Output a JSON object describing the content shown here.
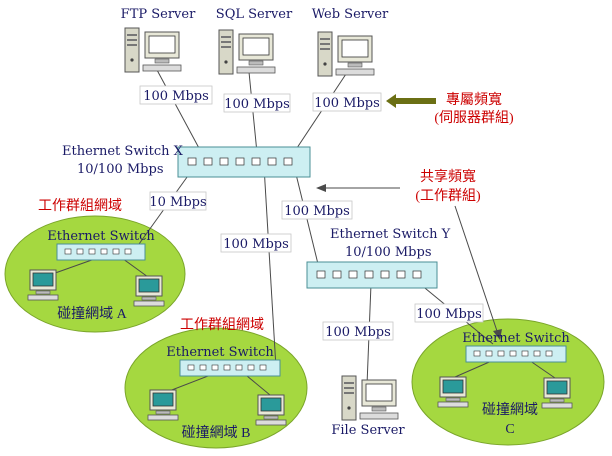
{
  "servers": {
    "ftp": "FTP Server",
    "sql": "SQL Server",
    "web": "Web Server",
    "file": "File Server"
  },
  "links": {
    "ftp_speed": "100 Mbps",
    "sql_speed": "100 Mbps",
    "web_speed": "100 Mbps",
    "wga_speed": "10 Mbps",
    "wgb_speed": "100 Mbps",
    "switch_y_speed": "100 Mbps",
    "file_speed": "100 Mbps",
    "wgc_speed": "100 Mbps"
  },
  "switches": {
    "x_name": "Ethernet Switch X",
    "x_speed": "10/100 Mbps",
    "y_name": "Ethernet Switch Y",
    "y_speed": "10/100 Mbps",
    "a_name": "Ethernet Switch",
    "b_name": "Ethernet Switch",
    "c_name": "Ethernet Switch"
  },
  "annotations": {
    "dedicated_line1": "專屬頻寬",
    "dedicated_line2": "(伺服器群組)",
    "shared_line1": "共享頻寬",
    "shared_line2": "(工作群組)",
    "workgroup_a": "工作群組網域",
    "workgroup_b": "工作群組網域"
  },
  "domains": {
    "a": "碰撞網域 A",
    "b": "碰撞網域 B",
    "c_line1": "碰撞網域",
    "c_line2": "C"
  },
  "colors": {
    "domain_fill": "#a5d840",
    "switch_fill": "#cdeff2",
    "red_text": "#cc0000",
    "navy_text": "#1a1a66",
    "arrow": "#6b6f14"
  }
}
